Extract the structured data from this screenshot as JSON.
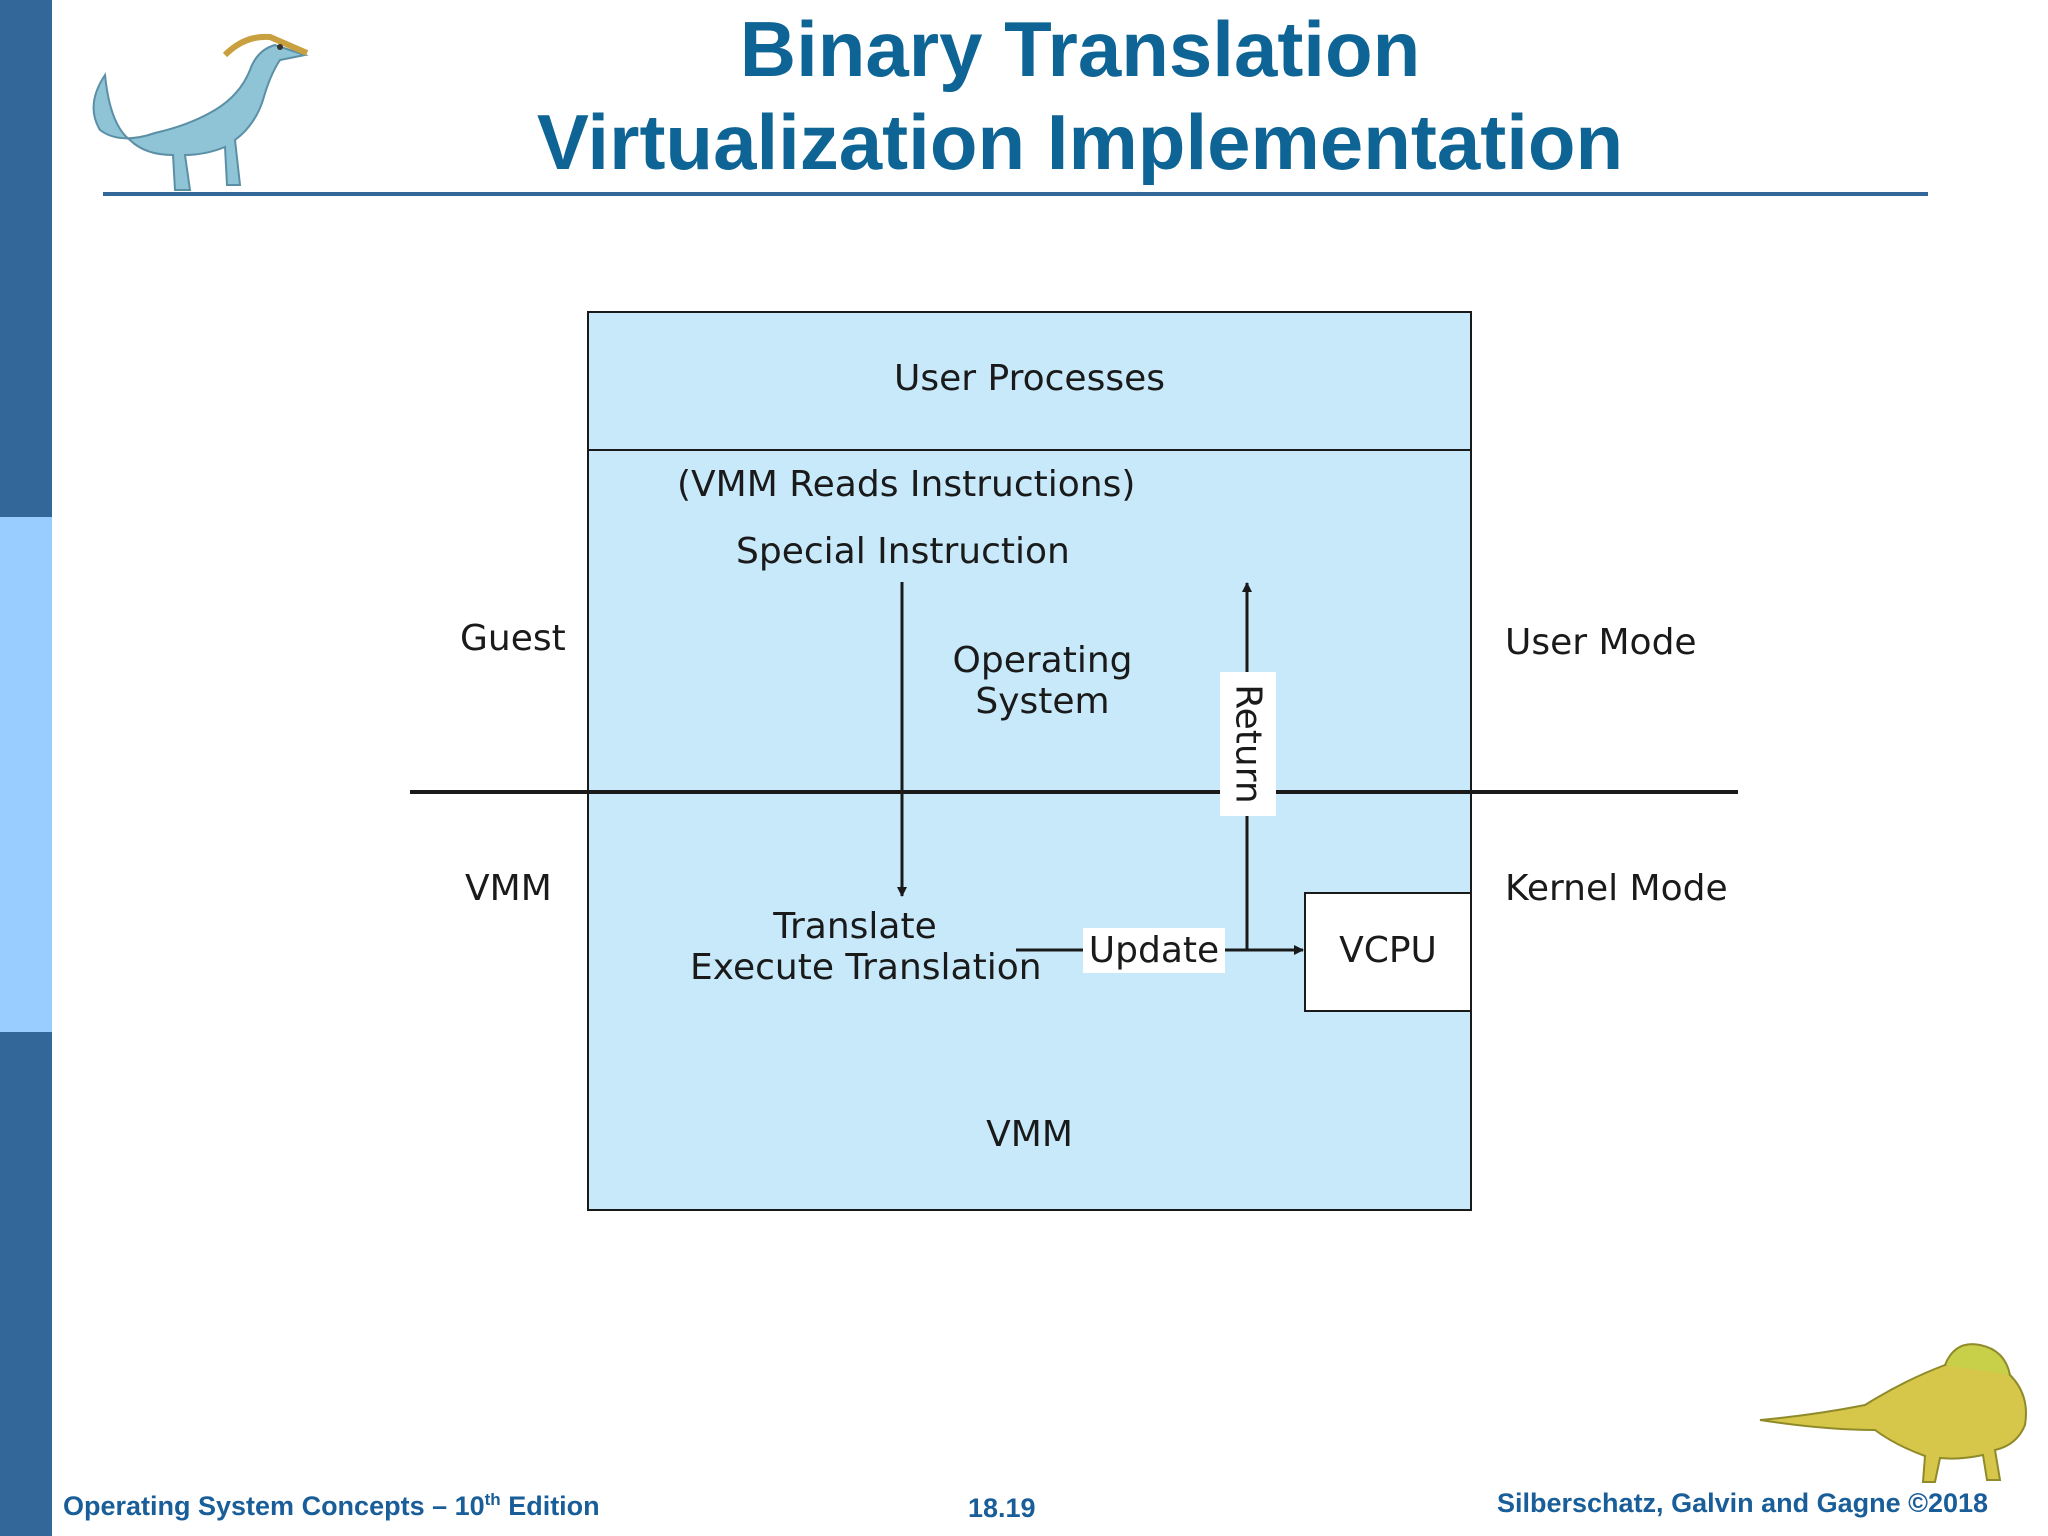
{
  "slide": {
    "title_line1": "Binary Translation",
    "title_line2": "Virtualization Implementation"
  },
  "diagram": {
    "user_processes": "User Processes",
    "vmm_reads": "(VMM Reads Instructions)",
    "special_instruction": "Special Instruction",
    "os_line1": "Operating",
    "os_line2": "System",
    "return_label": "Return",
    "translate_line1": "Translate",
    "translate_line2": "Execute Translation",
    "update_label": "Update",
    "vcpu_label": "VCPU",
    "vmm_bottom": "VMM",
    "left_guest": "Guest",
    "left_vmm": "VMM",
    "right_user_mode": "User Mode",
    "right_kernel_mode": "Kernel Mode",
    "box_fill": "#c7e9fa"
  },
  "footer": {
    "left_prefix": "Operating System Concepts – 10",
    "left_sup": "th",
    "left_suffix": " Edition",
    "page_number": "18.19",
    "right": "Silberschatz, Galvin and Gagne ©2018"
  }
}
